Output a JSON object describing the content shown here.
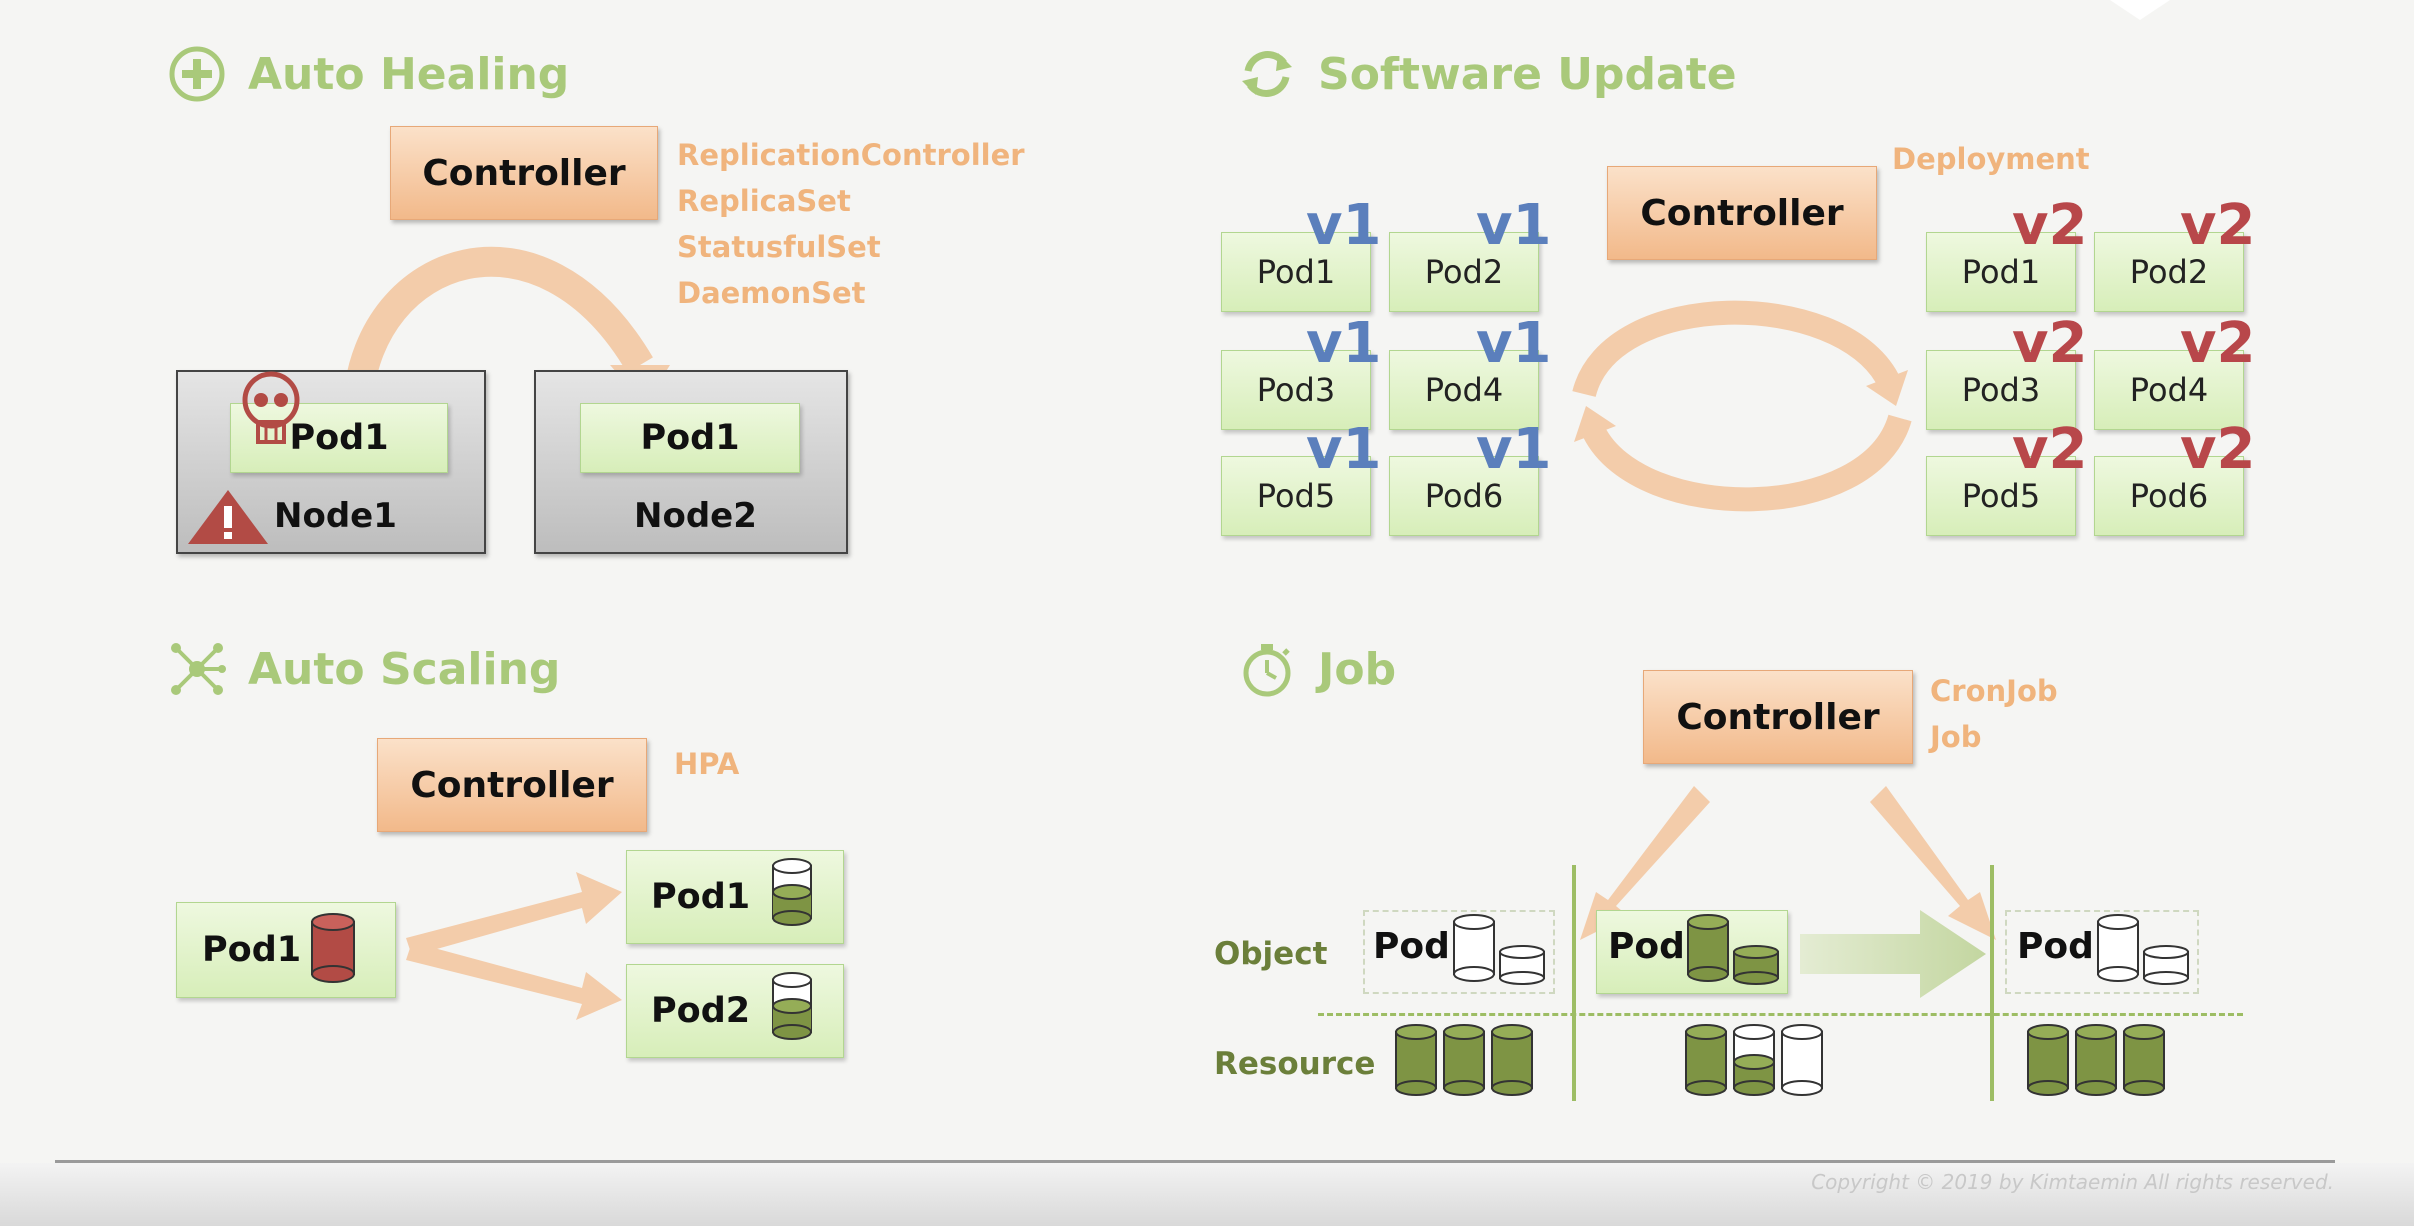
{
  "sections": {
    "auto_healing": {
      "title": "Auto Healing",
      "icon": "plus-circle-icon",
      "controller": "Controller",
      "controller_types": [
        "ReplicationController",
        "ReplicaSet",
        "StatusfulSet",
        "DaemonSet"
      ],
      "node1": {
        "pod": "Pod1",
        "label": "Node1"
      },
      "node2": {
        "pod": "Pod1",
        "label": "Node2"
      }
    },
    "software_update": {
      "title": "Software Update",
      "icon": "refresh-icon",
      "controller": "Controller",
      "controller_type": "Deployment",
      "old_pods": [
        "Pod1",
        "Pod2",
        "Pod3",
        "Pod4",
        "Pod5",
        "Pod6"
      ],
      "old_version": "v1",
      "new_pods": [
        "Pod1",
        "Pod2",
        "Pod3",
        "Pod4",
        "Pod5",
        "Pod6"
      ],
      "new_version": "v2"
    },
    "auto_scaling": {
      "title": "Auto Scaling",
      "icon": "network-hub-icon",
      "controller": "Controller",
      "controller_type": "HPA",
      "source_pod": "Pod1",
      "scaled_pods": [
        "Pod1",
        "Pod2"
      ]
    },
    "job": {
      "title": "Job",
      "icon": "stopwatch-icon",
      "controller": "Controller",
      "controller_types": [
        "CronJob",
        "Job"
      ],
      "row_object": "Object",
      "row_resource": "Resource",
      "pod_label": "Pod"
    }
  },
  "colors": {
    "title_green": "#a9c97a",
    "orange_text": "#f0b47d",
    "v1_blue": "#5b7fbc",
    "v2_red": "#b8474a",
    "cylinder_green": "#7e9444",
    "cylinder_red": "#b24b45"
  },
  "copyright": "Copyright © 2019 by Kimtaemin All rights reserved."
}
